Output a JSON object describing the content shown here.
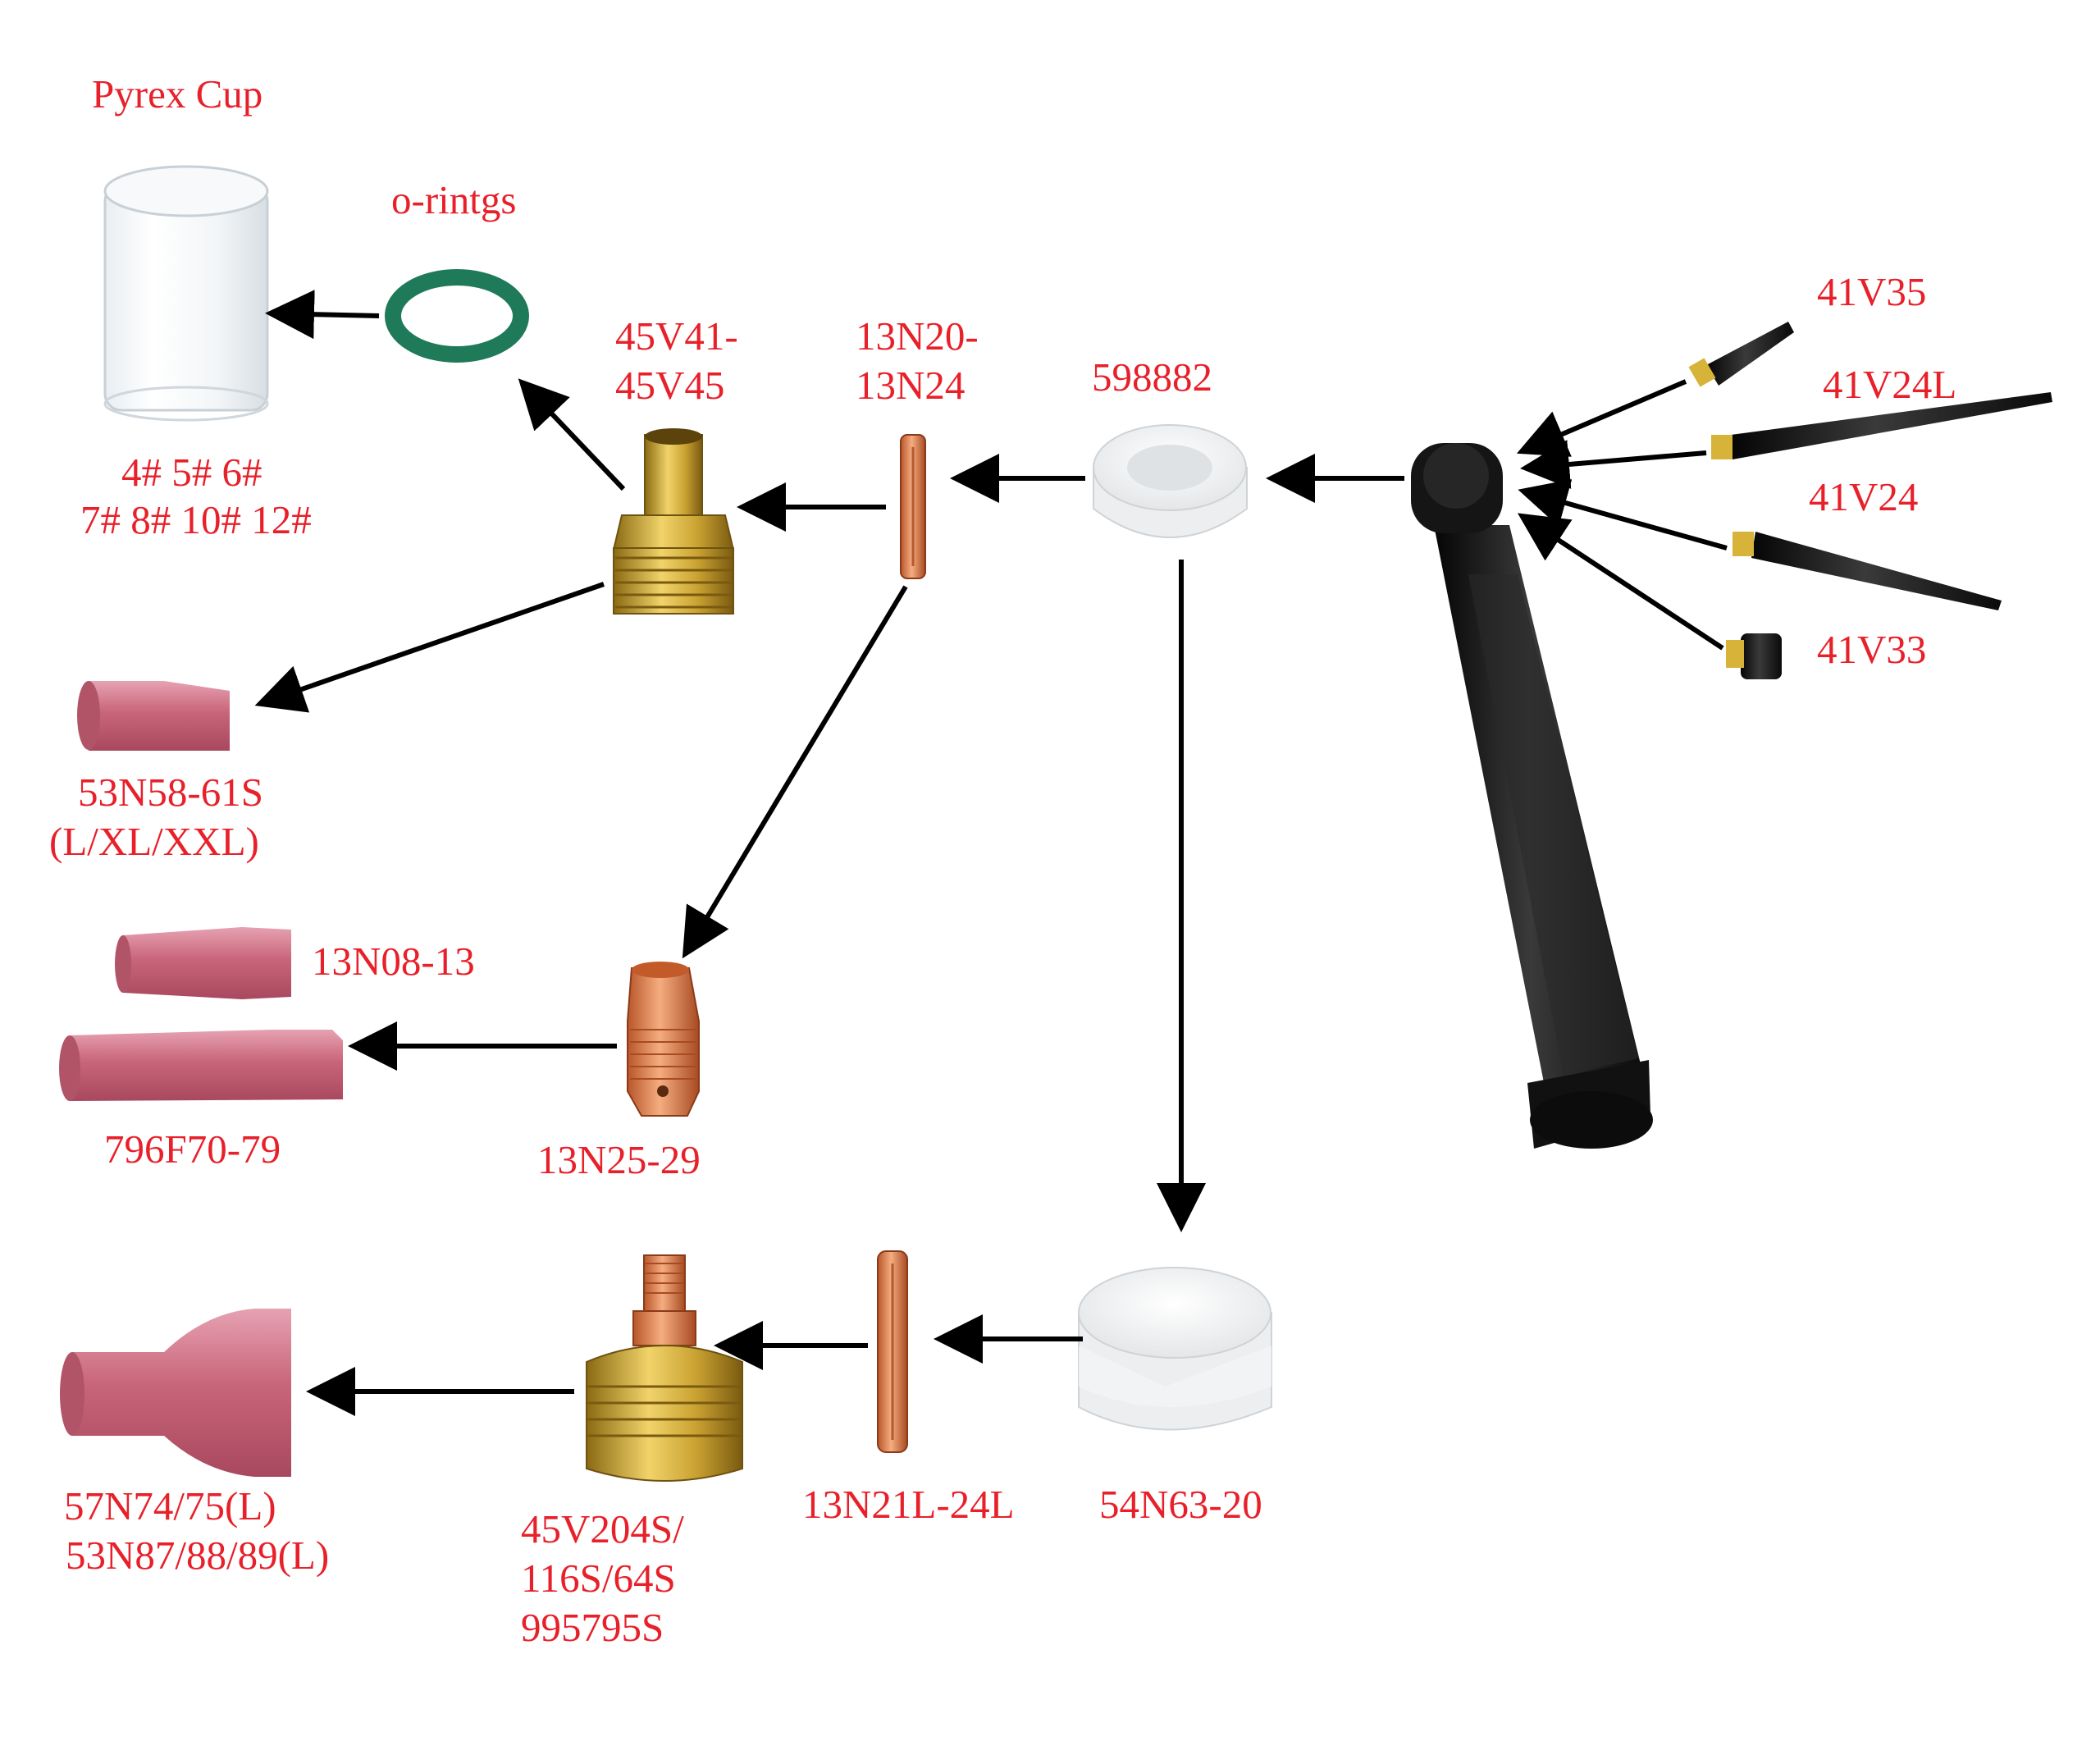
{
  "colors": {
    "label": "#e8202a",
    "arrow": "#000000",
    "ceramic_pink": "#c9657a",
    "brass": "#d8b33a",
    "copper": "#e08a55",
    "green_ring": "#1f7a5a",
    "white_part": "#ffffff",
    "black_part": "#1c1c1c"
  },
  "labels": {
    "pyrex_cup": "Pyrex Cup",
    "o_rings": "o-rintgs",
    "cup_sizes_1": "4# 5# 6#",
    "cup_sizes_2": "7# 8# 10# 12#",
    "gas_lens_1": "45V41-",
    "gas_lens_2": "45V45",
    "collet_1": "13N20-",
    "collet_2": "13N24",
    "insulator": "598882",
    "back_cap_1": "41V35",
    "back_cap_2": "41V24L",
    "back_cap_3": "41V24",
    "back_cap_4": "41V33",
    "large_cup_1": "53N58-61S",
    "large_cup_2": "(L/XL/XXL)",
    "nozzle_short": "13N08-13",
    "nozzle_long": "796F70-79",
    "collet_body": "13N25-29",
    "big_cup_1": "57N74/75(L)",
    "big_cup_2": "53N87/88/89(L)",
    "large_lens_1": "45V204S/",
    "large_lens_2": "116S/64S",
    "large_lens_3": "995795S",
    "long_collet": "13N21L-24L",
    "large_insulator": "54N63-20"
  }
}
